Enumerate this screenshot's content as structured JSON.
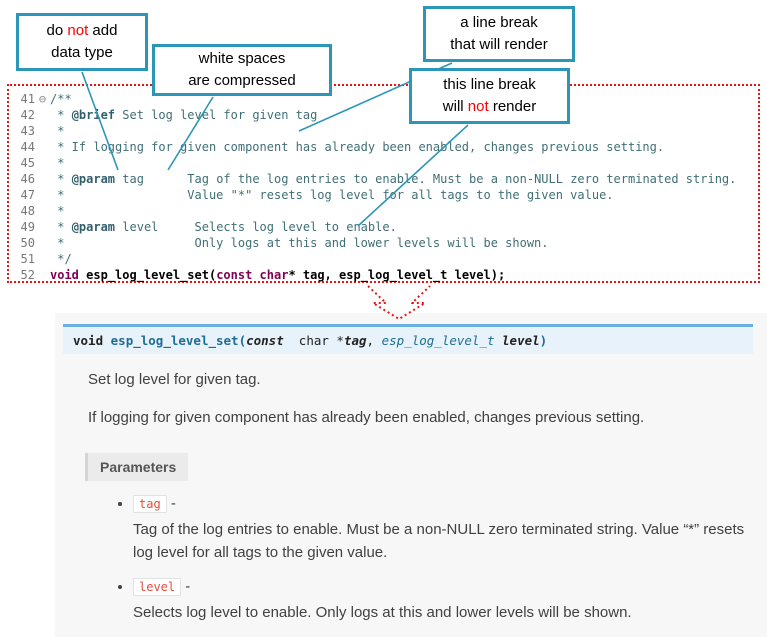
{
  "callouts": {
    "no_datatype": {
      "pre": "do ",
      "not_word": "not",
      "post": " add",
      "line2": "data type"
    },
    "whitespace": {
      "line1": "white spaces",
      "line2": "are compressed"
    },
    "break_render": {
      "line1": "a line break",
      "line2": "that will render"
    },
    "break_no_render": {
      "line1": "this line break",
      "pre": "will ",
      "not_word": "not",
      "post": " render"
    }
  },
  "code": {
    "lines": [
      {
        "num": "41",
        "fold": "⊖",
        "segs": [
          {
            "text": "/**"
          }
        ]
      },
      {
        "num": "42",
        "segs": [
          {
            "text": " * "
          },
          {
            "text": "@brief"
          },
          {
            "text": " Set log level for given tag"
          }
        ]
      },
      {
        "num": "43",
        "segs": [
          {
            "text": " *"
          }
        ]
      },
      {
        "num": "44",
        "segs": [
          {
            "text": " * If logging for given component has already been enabled, changes previous setting."
          }
        ]
      },
      {
        "num": "45",
        "segs": [
          {
            "text": " *"
          }
        ]
      },
      {
        "num": "46",
        "segs": [
          {
            "text": " * "
          },
          {
            "text": "@param"
          },
          {
            "text": " tag      Tag of the log entries to enable. Must be a non-NULL zero terminated string."
          }
        ]
      },
      {
        "num": "47",
        "segs": [
          {
            "text": " *                 Value \"*\" resets log level for all tags to the given value."
          }
        ]
      },
      {
        "num": "48",
        "segs": [
          {
            "text": " *"
          }
        ]
      },
      {
        "num": "49",
        "segs": [
          {
            "text": " * "
          },
          {
            "text": "@param"
          },
          {
            "text": " level     Selects log level to enable."
          }
        ]
      },
      {
        "num": "50",
        "segs": [
          {
            "text": " *                  Only logs at this and lower levels will be shown."
          }
        ]
      },
      {
        "num": "51",
        "segs": [
          {
            "text": " */"
          }
        ]
      },
      {
        "num": "52",
        "segs": [
          {
            "text": "void"
          },
          {
            "text": " esp_log_level_set("
          },
          {
            "text": "const char"
          },
          {
            "text": "* tag, esp_log_level_t level);"
          }
        ]
      }
    ]
  },
  "docs": {
    "signature": {
      "ret": "void ",
      "name": "esp_log_level_set",
      "open": "(",
      "const_kw": "const",
      "char_ptr": "  char *",
      "arg1": "tag",
      "comma": ", ",
      "type2": "esp_log_level_t",
      "arg2": " level",
      "close": ")"
    },
    "para1": "Set log level for given tag.",
    "para2": "If logging for given component has already been enabled, changes previous setting.",
    "params_header": "Parameters",
    "params": [
      {
        "name": "tag",
        "sep": " -",
        "desc": "Tag of the log entries to enable. Must be a non-NULL zero terminated string. Value “*” resets log level for all tags to the given value."
      },
      {
        "name": "level",
        "sep": " -",
        "desc": "Selects log level to enable. Only logs at this and lower levels will be shown."
      }
    ]
  },
  "colors": {
    "callout_border": "#2b96b6",
    "code_border": "#ee1111",
    "sig_border": "#6ab0de",
    "sig_bg": "#e7f2fa",
    "param_name": "#e74c3c"
  }
}
